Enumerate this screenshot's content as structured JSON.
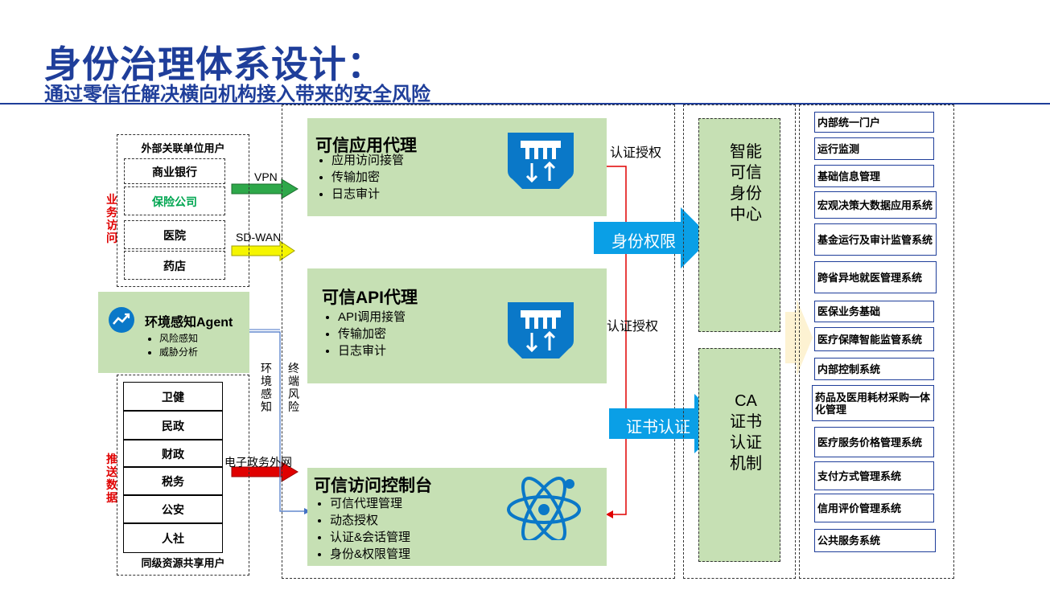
{
  "title": "身份治理体系设计：",
  "subtitle": "通过零信任解决横向机构接入带来的安全风险",
  "external_users": {
    "header": "外部关联单位用户",
    "items": [
      "商业银行",
      "保险公司",
      "医院",
      "药店"
    ],
    "colors": {
      "default": "#000000",
      "highlight": "#00a651"
    }
  },
  "business_access_label": "业务访问",
  "push_data_label": "推送数据",
  "agent": {
    "title": "环境感知Agent",
    "items": [
      "风险感知",
      "威胁分析"
    ]
  },
  "peer_users": {
    "footer": "同级资源共享用户",
    "items": [
      "卫健",
      "民政",
      "财政",
      "税务",
      "公安",
      "人社"
    ]
  },
  "links": {
    "vpn": "VPN",
    "sdwan": "SD-WAN",
    "egov": "电子政务外网"
  },
  "env_sense_label": "环境感知",
  "terminal_risk_label": "终端风险",
  "proxies": [
    {
      "title": "可信应用代理",
      "items": [
        "应用访问接管",
        "传输加密",
        "日志审计"
      ]
    },
    {
      "title": "可信API代理",
      "items": [
        "API调用接管",
        "传输加密",
        "日志审计"
      ]
    }
  ],
  "console": {
    "title": "可信访问控制台",
    "items": [
      "可信代理管理",
      "动态授权",
      "认证&会话管理",
      "身份&权限管理"
    ]
  },
  "auth_labels": [
    "认证授权",
    "认证授权"
  ],
  "arrows": {
    "identity_perm": "身份权限",
    "cert_auth": "证书认证"
  },
  "idc": "智能可信身份中心",
  "ca": "CA证书认证机制",
  "systems": [
    "内部统一门户",
    "运行监测",
    "基础信息管理",
    "宏观决策大数据应用系统",
    "基金运行及审计监管系统",
    "跨省异地就医管理系统",
    "医保业务基础",
    "医疗保障智能监管系统",
    "内部控制系统",
    "药品及医用耗材采购一体化管理",
    "医疗服务价格管理系统",
    "支付方式管理系统",
    "信用评价管理系统",
    "公共服务系统"
  ],
  "colors": {
    "title": "#1f3e9a",
    "panel_green": "#c6e0b4",
    "arrow_blue": "#0a9fe6",
    "icon_blue": "#0a78c8",
    "red": "#e00000",
    "vpn_green": "#2ea84a",
    "sdwan_yellow": "#f5f500"
  }
}
